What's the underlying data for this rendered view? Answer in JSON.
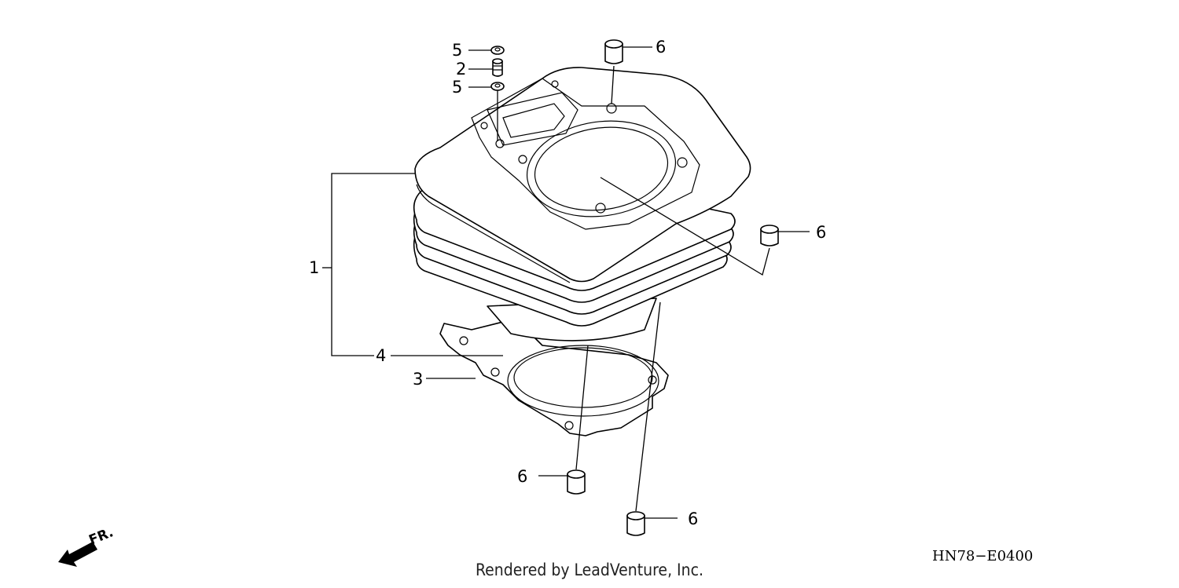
{
  "callouts": {
    "c1": "1",
    "c2": "2",
    "c3": "3",
    "c4": "4",
    "c5a": "5",
    "c5b": "5",
    "c6a": "6",
    "c6b": "6",
    "c6c": "6",
    "c6d": "6"
  },
  "direction_label": "FR.",
  "diagram_code": "HN78−E0400",
  "footer_text": "Rendered by LeadVenture, Inc."
}
